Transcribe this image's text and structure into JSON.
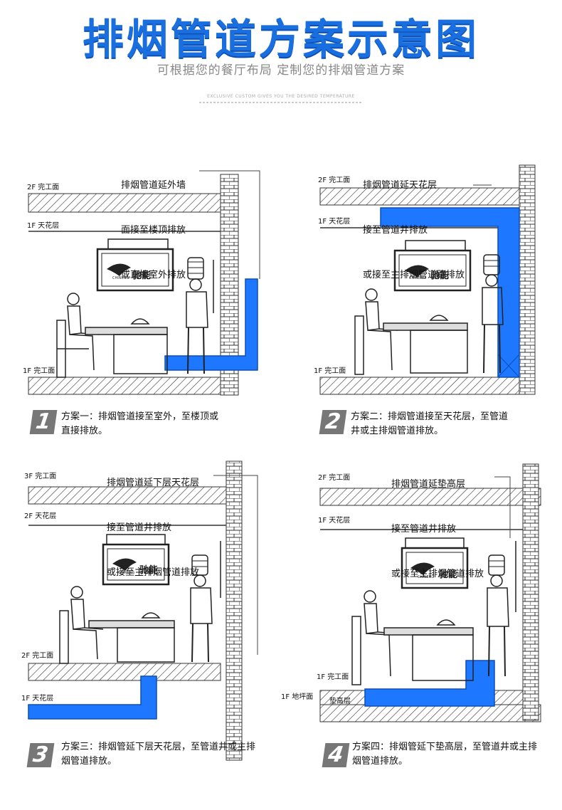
{
  "header": {
    "title": "排烟管道方案示意图",
    "subtitle": "可根据您的餐厅布局  定制您的排烟管道方案",
    "tagline": "EXCLUSIVE CUSTOM GIVES YOU THE DESIRED TEMPERATURE"
  },
  "colors": {
    "title": "#1a6fe0",
    "duct": "#1e78ff",
    "hatch": "#333333"
  },
  "panels": [
    {
      "note": [
        "排烟管道延外墙",
        "面接至楼顶排放",
        "或直接室外排放"
      ],
      "floors": [
        "2F 完工面",
        "1F 天花层",
        "1F 完工面"
      ],
      "brand": "驰能",
      "brand_en": "CHINENG",
      "badge": "1",
      "caption": "方案一：排烟管道接至室外，至楼顶或直接排放。"
    },
    {
      "note": [
        "排烟管道延天花层",
        "接至管道井排放",
        "或接至主排烟管道路排放"
      ],
      "floors": [
        "2F 完工面",
        "1F 天花层",
        "1F 完工面"
      ],
      "brand": "驰能",
      "brand_en": "CHINENG",
      "badge": "2",
      "caption": "方案二：排烟管道接至天花层，至管道井或主排烟管道排放。"
    },
    {
      "note": [
        "排烟管道延下层天花层",
        "接至管道井排放",
        "或接至主排烟管道排放"
      ],
      "floors": [
        "3F 完工面",
        "2F 天花层",
        "2F 完工面",
        "1F 天花层"
      ],
      "brand": "驰能",
      "brand_en": "CHINENG",
      "badge": "3",
      "caption": "方案三：排烟管延下层天花层，至管道井或主排烟管道排放。"
    },
    {
      "note": [
        "排烟管道延垫高层",
        "接至管道井排放",
        "或接至主排烟管道排放"
      ],
      "floors": [
        "2F 完工面",
        "1F 天花层",
        "1F 完工面",
        "1F 地坪面",
        "垫高层"
      ],
      "brand": "驰能",
      "brand_en": "CHINENG",
      "badge": "4",
      "caption": "方案四：排烟管延下垫高层，至管道井或主排烟管道排放。"
    }
  ]
}
